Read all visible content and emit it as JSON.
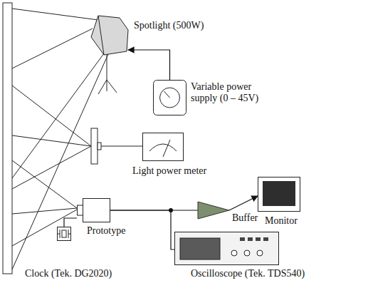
{
  "diagram": {
    "nodes": [
      {
        "text": [
          "Spotlight (500W)"
        ]
      },
      {
        "text": [
          "Variable power supply (0 – 45V)"
        ]
      },
      {
        "text": [
          "Light power meter"
        ]
      },
      {
        "text": [
          "Prototype"
        ]
      },
      {
        "text": [
          "Buffer"
        ]
      },
      {
        "text": [
          "Monitor"
        ]
      },
      {
        "text": [
          "Clock (Tek. DG2020)"
        ]
      },
      {
        "text": [
          "Oscilloscope (Tek. TDS540)"
        ]
      }
    ],
    "edges": [
      {
        "from": 1,
        "to": 0,
        "arrow": "to"
      },
      {
        "from": 6,
        "to": 3,
        "arrow": "none"
      },
      {
        "from": 3,
        "to": 4,
        "arrow": "none"
      },
      {
        "from": 4,
        "to": 5,
        "arrow": "to"
      },
      {
        "from": 3,
        "to": 7,
        "arrow": "none"
      }
    ]
  }
}
